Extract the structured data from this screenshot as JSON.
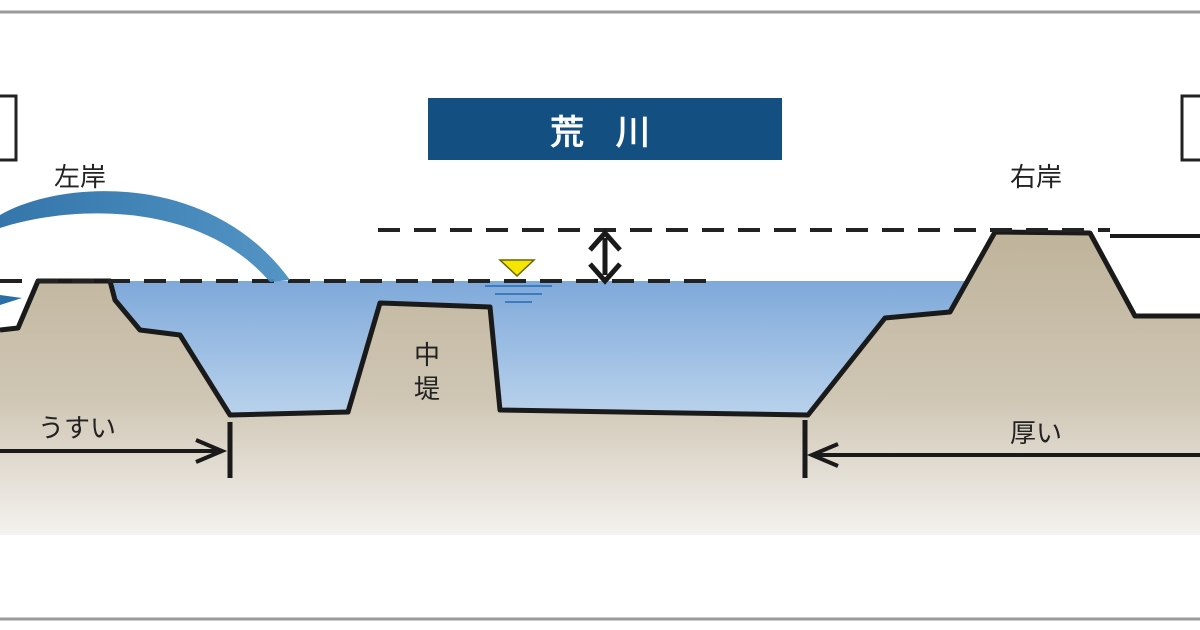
{
  "title": "荒 川",
  "labels": {
    "left_bank": "左岸",
    "right_bank": "右岸",
    "middle_levee_line1": "中",
    "middle_levee_line2": "堤",
    "thin": "うすい",
    "thick": "厚い"
  },
  "colors": {
    "title_bg": "#134f80",
    "water_top": "#7fa9da",
    "water_bottom": "#b9d2ec",
    "earth_top": "#bfb39a",
    "earth_bottom": "#f2f0ec",
    "overflow_arrow": "#3d7fb3",
    "water_mark": "#f5e600"
  }
}
